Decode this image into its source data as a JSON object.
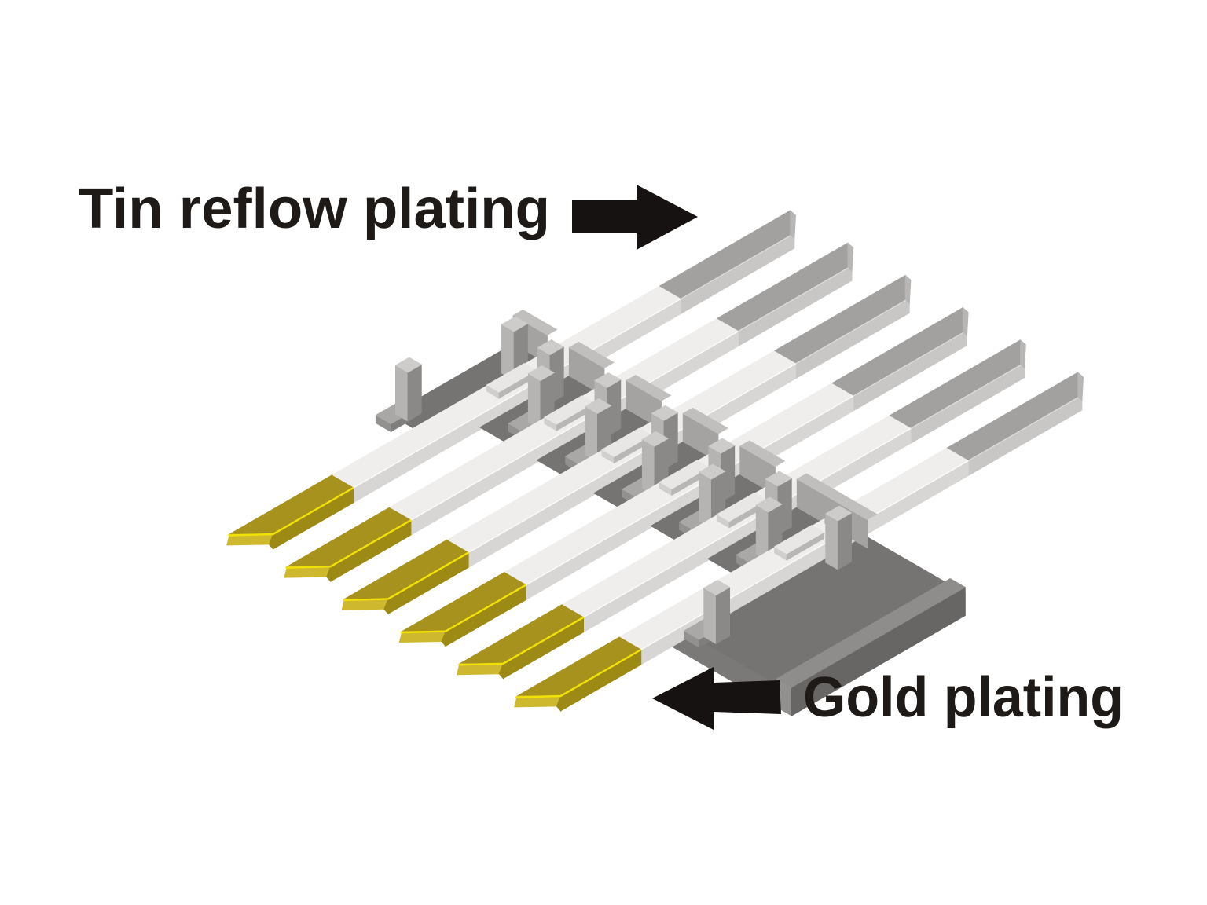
{
  "labels": {
    "tin": {
      "text": "Tin reflow plating",
      "arrow_direction": "right"
    },
    "gold": {
      "text": "Gold plating",
      "arrow_direction": "left"
    }
  },
  "illustration": {
    "pin_count": 6,
    "colors": {
      "background": "#ffffff",
      "text": "#1d1a18",
      "arrow": "#161211",
      "pin_body_top": "#efeeed",
      "pin_body_side": "#d7d6d4",
      "pin_edge_highlight": "#fbfbfa",
      "tin_top": "#a2a1a0",
      "tin_side": "#c8c7c6",
      "tin_chamfer": "#b7b6b5",
      "tin_edge_highlight": "#dededd",
      "gold_top": "#a6921c",
      "gold_side": "#9d8a14",
      "gold_chamfer": "#cdb82e",
      "gold_edge_highlight": "#f2e105",
      "carrier_floor": "#767473",
      "wall_front": "#a5a3a1",
      "wall_top": "#c0bfbd",
      "post_front": "#b6b4b2",
      "post_side": "#8b8987",
      "post_top": "#cecccb",
      "foot_top": "#a9a8a6",
      "foot_front": "#939190",
      "foot_side": "#807e7d",
      "block_left": "#7b7977",
      "block_front": "#686665",
      "ledge_top": "#8f8d8b",
      "bump_top": "#e8e7e5",
      "bump_front": "#d0cfcd",
      "bump_side": "#b8b7b5"
    }
  }
}
